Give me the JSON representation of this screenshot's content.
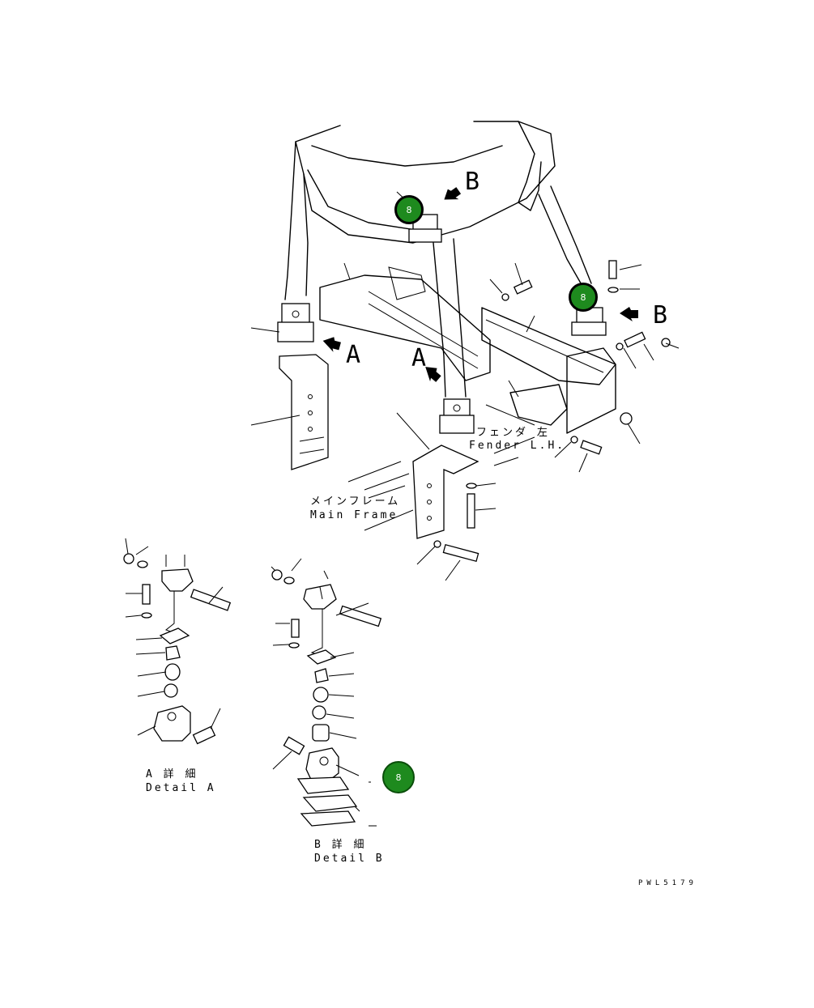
{
  "view_labels": {
    "a1": "A",
    "a2": "A",
    "b1": "B",
    "b2": "B"
  },
  "captions": {
    "fender_jp": "フェンダ 左",
    "fender_en": "Fender L.H.",
    "frame_jp": "メインフレーム",
    "frame_en": "Main Frame",
    "detail_a_jp": "A 詳 細",
    "detail_a_en": "Detail A",
    "detail_b_jp": "B 詳 細",
    "detail_b_en": "Detail B"
  },
  "drawing_ref": "PWL5179",
  "callouts": [
    "8",
    "8",
    "8"
  ],
  "colors": {
    "callout_fill": "#1e8a1e",
    "line": "#000000",
    "background": "#ffffff"
  }
}
